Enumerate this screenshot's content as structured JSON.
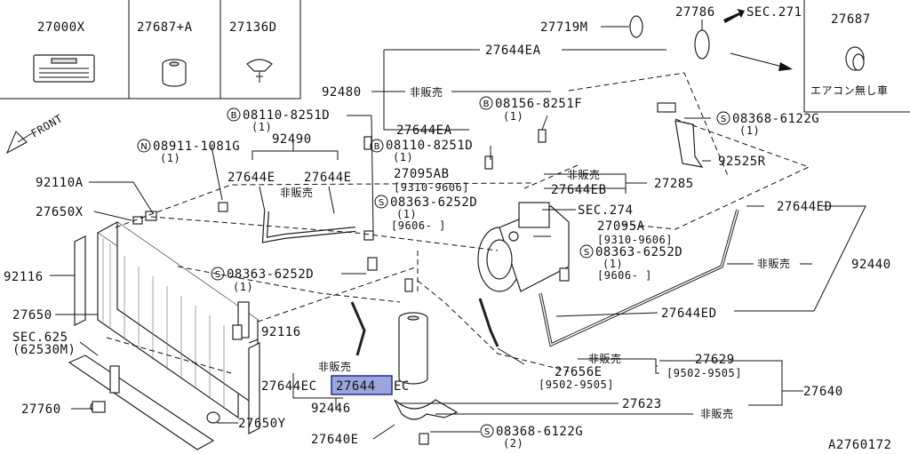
{
  "boxes": {
    "b1": "27000X",
    "b2": "27687+A",
    "b3": "27136D",
    "b4": "27687",
    "b4_note": "エアコン無し車"
  },
  "front": "FRONT",
  "sec271": "SEC.271",
  "labels": {
    "p27719M": "27719M",
    "p27786": "27786",
    "p27644EA_top": "27644EA",
    "p92480": "92480",
    "hihanbai1": "非販売",
    "b08156": "08156-8251F",
    "b08156_q": "(1)",
    "b08110a": "08110-8251D",
    "b08110a_q": "(1)",
    "s08368a": "08368-6122G",
    "s08368a_q": "(1)",
    "n08911": "08911-1081G",
    "n08911_q": "(1)",
    "p92490": "92490",
    "p27644EA_mid": "27644EA",
    "b08110b": "08110-8251D",
    "b08110b_q": "(1)",
    "p92525R": "92525R",
    "p27644E_a": "27644E",
    "p27644E_b": "27644E",
    "hihanbai2": "非販売",
    "p27095AB": "27095AB",
    "p27095AB_r": "[9310-9606]",
    "hihanbai3": "非販売",
    "p27285": "27285",
    "p92110A": "92110A",
    "p27644EB": "27644EB",
    "p27650X": "27650X",
    "s08363a": "08363-6252D",
    "s08363a_q": "(1)",
    "s08363a_r": "[9606-   ]",
    "sec274": "SEC.274",
    "p27644ED_a": "27644ED",
    "p27095A": "27095A",
    "p27095A_r": "[9310-9606]",
    "s08363b": "08363-6252D",
    "s08363b_q": "(1)",
    "s08363b_r": "[9606-   ]",
    "p92116_a": "92116",
    "hihanbai4": "非販売",
    "p92440": "92440",
    "s08363c": "08363-6252D",
    "s08363c_q": "(1)",
    "p27650": "27650",
    "p27644ED_b": "27644ED",
    "sec625": "SEC.625",
    "sec625_b": "(62530M)",
    "p92116_b": "92116",
    "hihanbai5": "非販売",
    "p27629": "27629",
    "p27656E": "27656E",
    "p27656E_r": "[9502-9505]",
    "p27629_r": "[9502-9505]",
    "hihanbai6": "非販売",
    "p27644EC_a": "27644EC",
    "p27644_hl": "27644",
    "p27644EC_b": "EC",
    "p27640": "27640",
    "p27760": "27760",
    "p92446": "92446",
    "p27623": "27623",
    "hihanbai7": "非販売",
    "p27650Y": "27650Y",
    "p27640E": "27640E",
    "s08368b": "08368-6122G",
    "s08368b_q": "(2)",
    "fig_id": "A2760172"
  }
}
